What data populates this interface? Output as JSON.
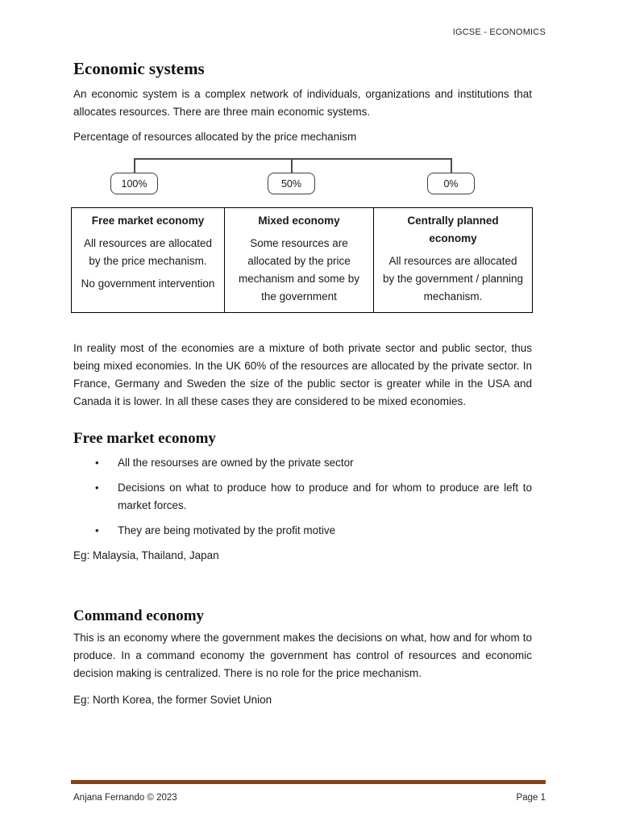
{
  "header": {
    "course": "IGCSE - ECONOMICS"
  },
  "title": "Economic systems",
  "intro": "An economic system is a complex network of individuals, organizations and institutions that allocates resources. There are three main economic systems.",
  "diagram": {
    "caption": "Percentage of resources allocated by the price mechanism",
    "nodes": [
      "100%",
      "50%",
      "0%"
    ]
  },
  "table": {
    "columns": [
      {
        "title": "Free market economy",
        "paragraphs": [
          "All resources are allocated by the price mechanism.",
          "No government intervention"
        ]
      },
      {
        "title": "Mixed economy",
        "paragraphs": [
          "Some resources are allocated by the price mechanism and some by the government"
        ]
      },
      {
        "title": "Centrally planned economy",
        "paragraphs": [
          "All resources are allocated by the government / planning mechanism."
        ]
      }
    ]
  },
  "reality_paragraph": "In reality most of the economies are a mixture of both private sector and public sector, thus being mixed economies. In the UK 60% of the resources are allocated by the private sector. In France, Germany and Sweden the size of the public sector is greater while in the USA and Canada it is lower. In all these cases they are considered to be mixed economies.",
  "free_market": {
    "heading": "Free market economy",
    "bullets": [
      "All the resourses are owned by the private sector",
      "Decisions on what to produce how to produce and for whom to produce are left to market forces.",
      "They are being motivated by the profit motive"
    ],
    "bullet_glyph": "•",
    "example": "Eg: Malaysia, Thailand, Japan"
  },
  "command": {
    "heading": "Command economy",
    "body": "This is an economy where the government makes the decisions on what, how and for whom to produce. In a command economy the government has control of resources and economic decision making is centralized. There is no role for the price mechanism.",
    "example": "Eg: North Korea, the former Soviet Union"
  },
  "footer": {
    "author": "Anjana Fernando © 2023",
    "page": "Page 1",
    "rule_color": "#8a4117"
  }
}
